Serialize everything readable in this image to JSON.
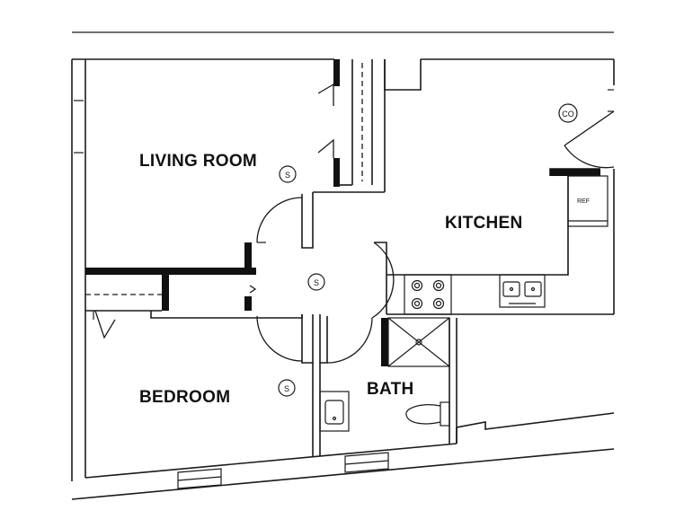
{
  "rooms": {
    "living": "LIVING ROOM",
    "kitchen": "KITCHEN",
    "bedroom": "BEDROOM",
    "bath": "BATH"
  },
  "symbols": {
    "smoke": "S",
    "co": "CO",
    "refrigerator": "REF"
  },
  "colors": {
    "wall": "#1a1a1a",
    "background": "#ffffff"
  }
}
